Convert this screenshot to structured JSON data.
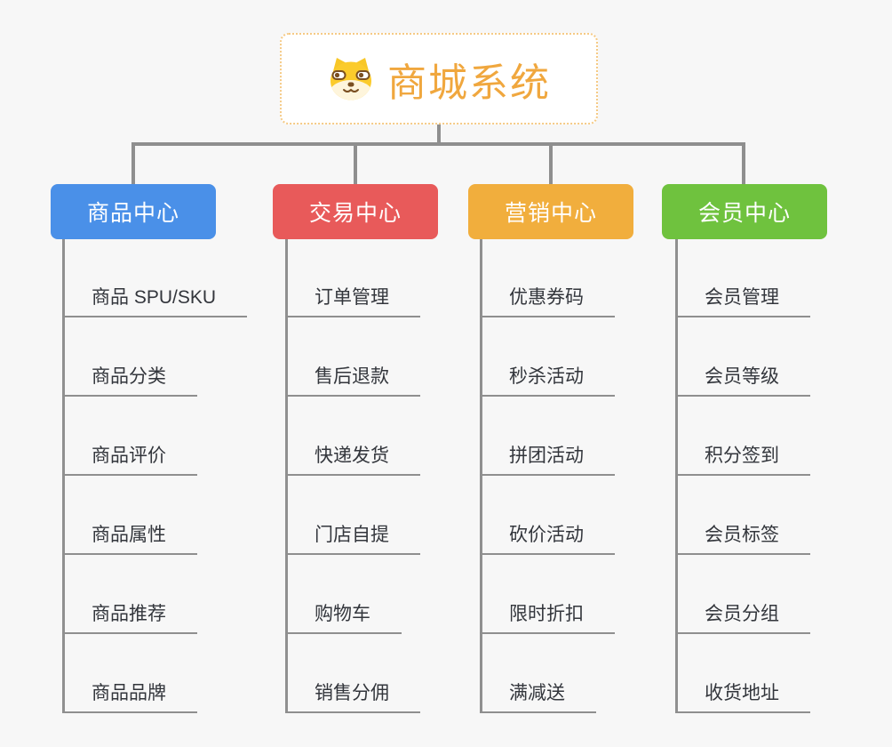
{
  "root": {
    "title": "商城系统",
    "icon": "dog-face-icon",
    "accent_color": "#F0A73E",
    "border_color": "#F5CA85"
  },
  "canvas": {
    "background_color": "#F7F7F7",
    "connector_color": "#8F8F8F",
    "leaf_text_color": "#33363C"
  },
  "branches": [
    {
      "label": "商品中心",
      "color": "#4A90E8",
      "items": [
        "商品 SPU/SKU",
        "商品分类",
        "商品评价",
        "商品属性",
        "商品推荐",
        "商品品牌"
      ]
    },
    {
      "label": "交易中心",
      "color": "#E85A5A",
      "items": [
        "订单管理",
        "售后退款",
        "快递发货",
        "门店自提",
        "购物车",
        "销售分佣"
      ]
    },
    {
      "label": "营销中心",
      "color": "#F1AE3D",
      "items": [
        "优惠券码",
        "秒杀活动",
        "拼团活动",
        "砍价活动",
        "限时折扣",
        "满减送"
      ]
    },
    {
      "label": "会员中心",
      "color": "#6FC23E",
      "items": [
        "会员管理",
        "会员等级",
        "积分签到",
        "会员标签",
        "会员分组",
        "收货地址"
      ]
    }
  ]
}
